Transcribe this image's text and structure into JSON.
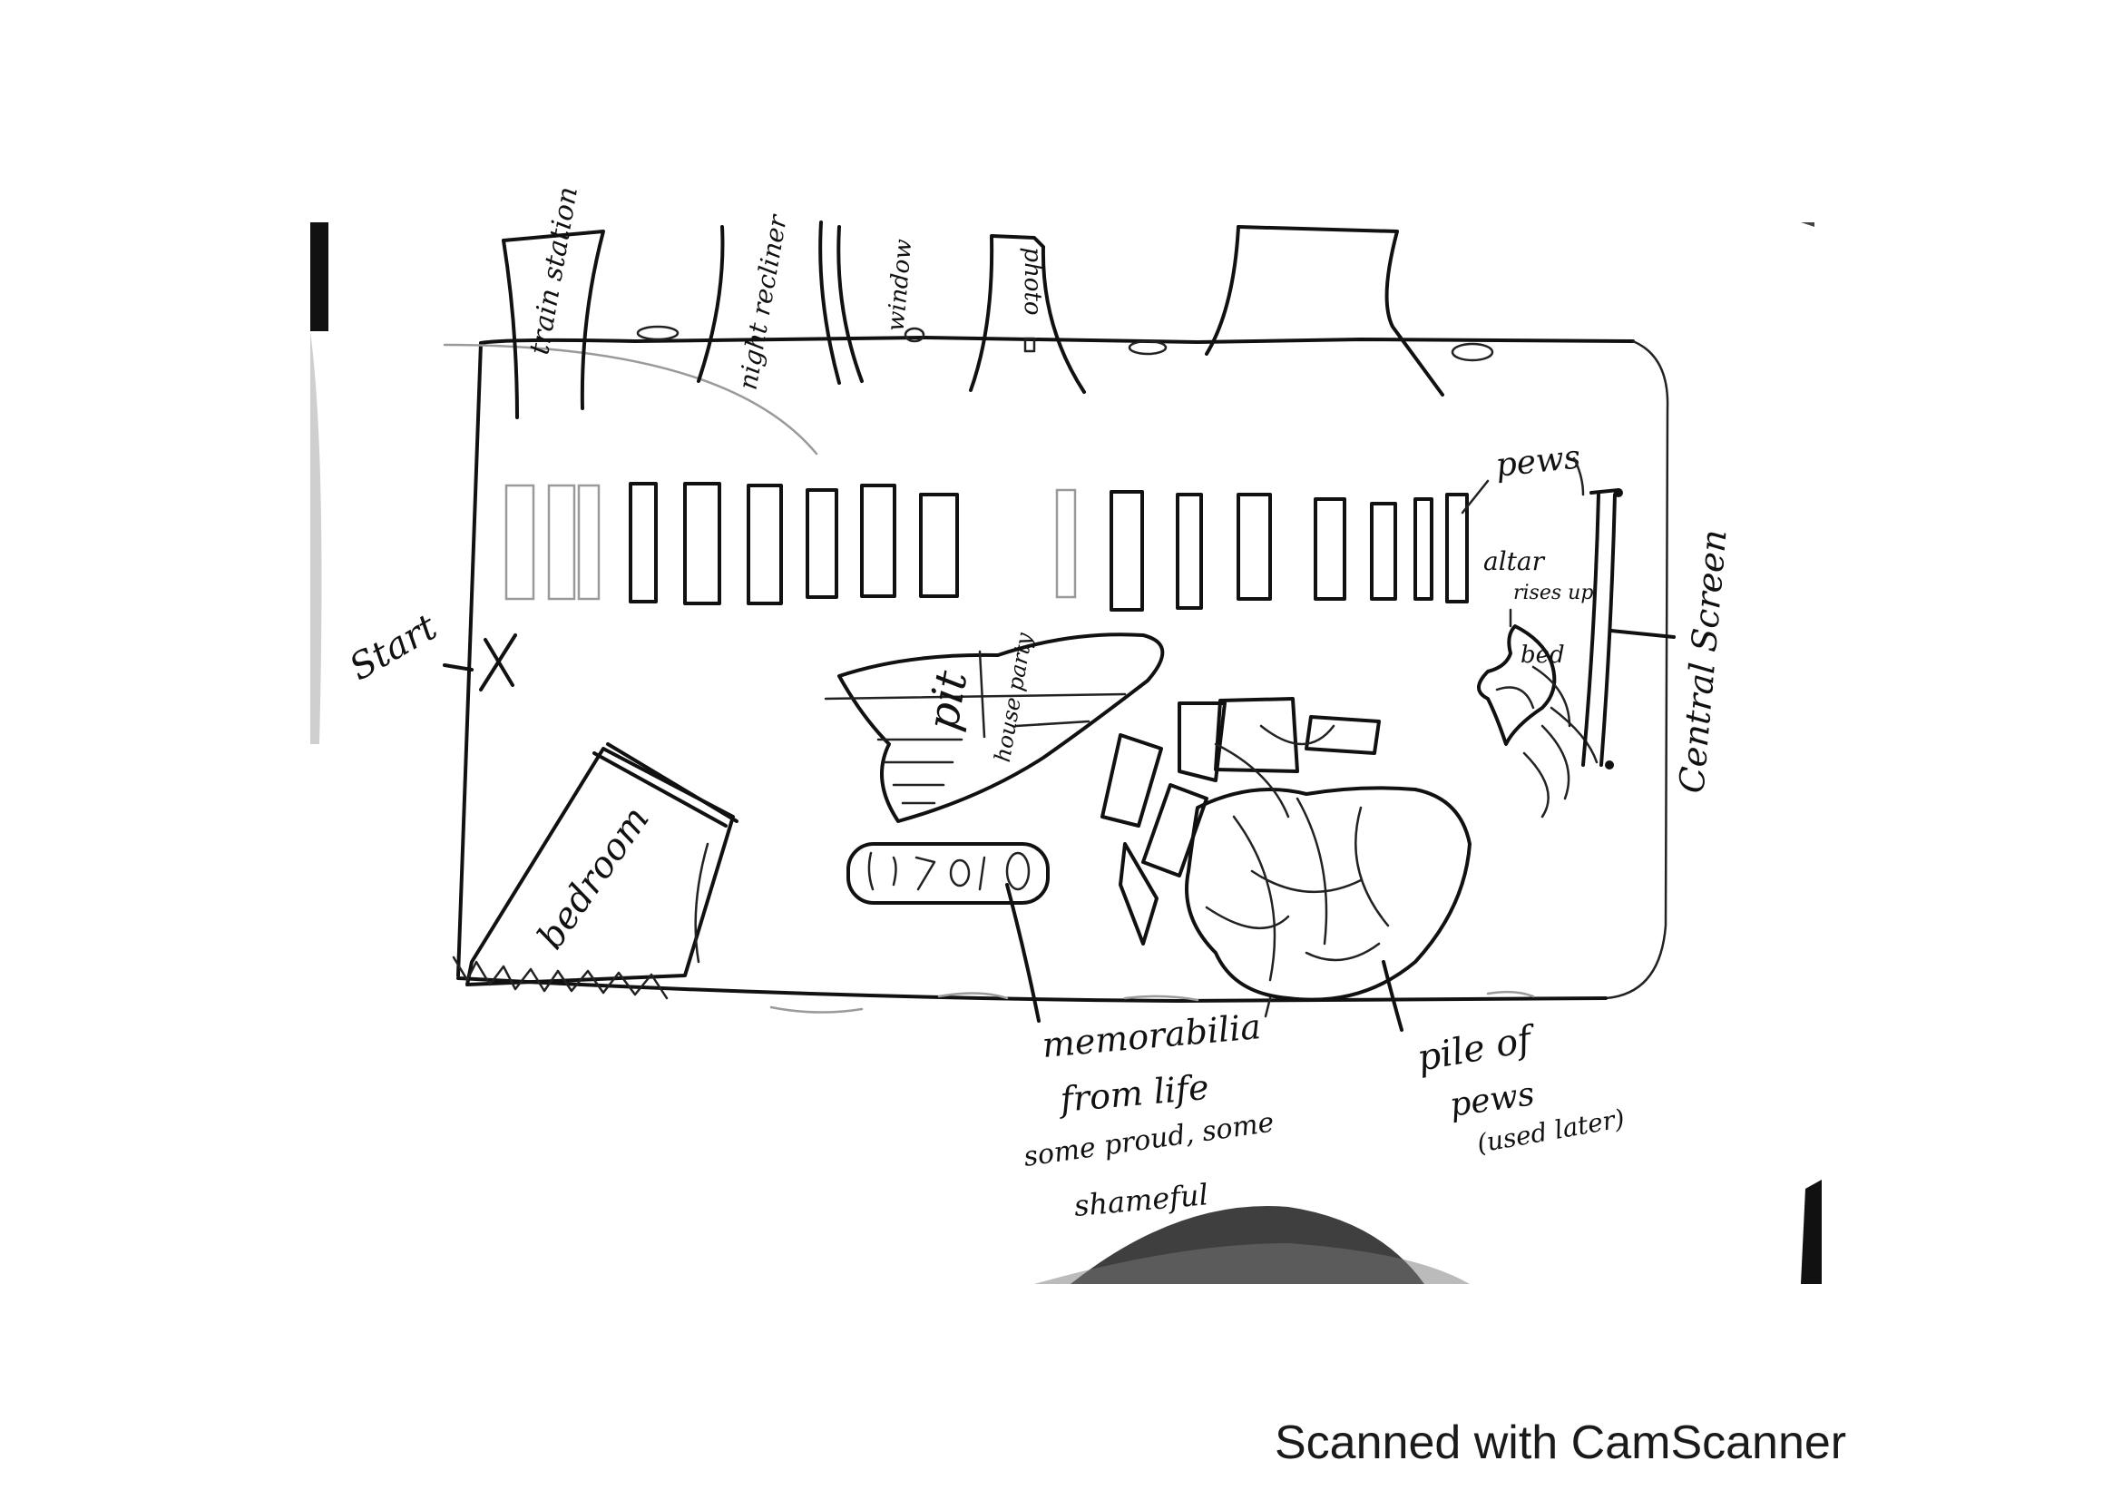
{
  "labels": {
    "train_station": "train station",
    "night_recliner": "night recliner",
    "window": "window",
    "photo": "photo",
    "pews": "pews",
    "altar": "altar",
    "altar_rises_up": "rises up",
    "altar_bed": "bed",
    "central_screen": "Central Screen",
    "start": "Start",
    "pit": "pit",
    "house_party": "house party",
    "bedroom": "bedroom",
    "memorabilia_line1": "memorabilia",
    "memorabilia_line2": "from life",
    "memorabilia_line3": "some proud, some",
    "memorabilia_line4": "shameful",
    "pile_line1": "pile of",
    "pile_line2": "pews",
    "pile_line3": "(used later)"
  },
  "watermark": "Scanned with CamScanner",
  "colors": {
    "ink": "#111111",
    "paper": "#ffffff"
  }
}
